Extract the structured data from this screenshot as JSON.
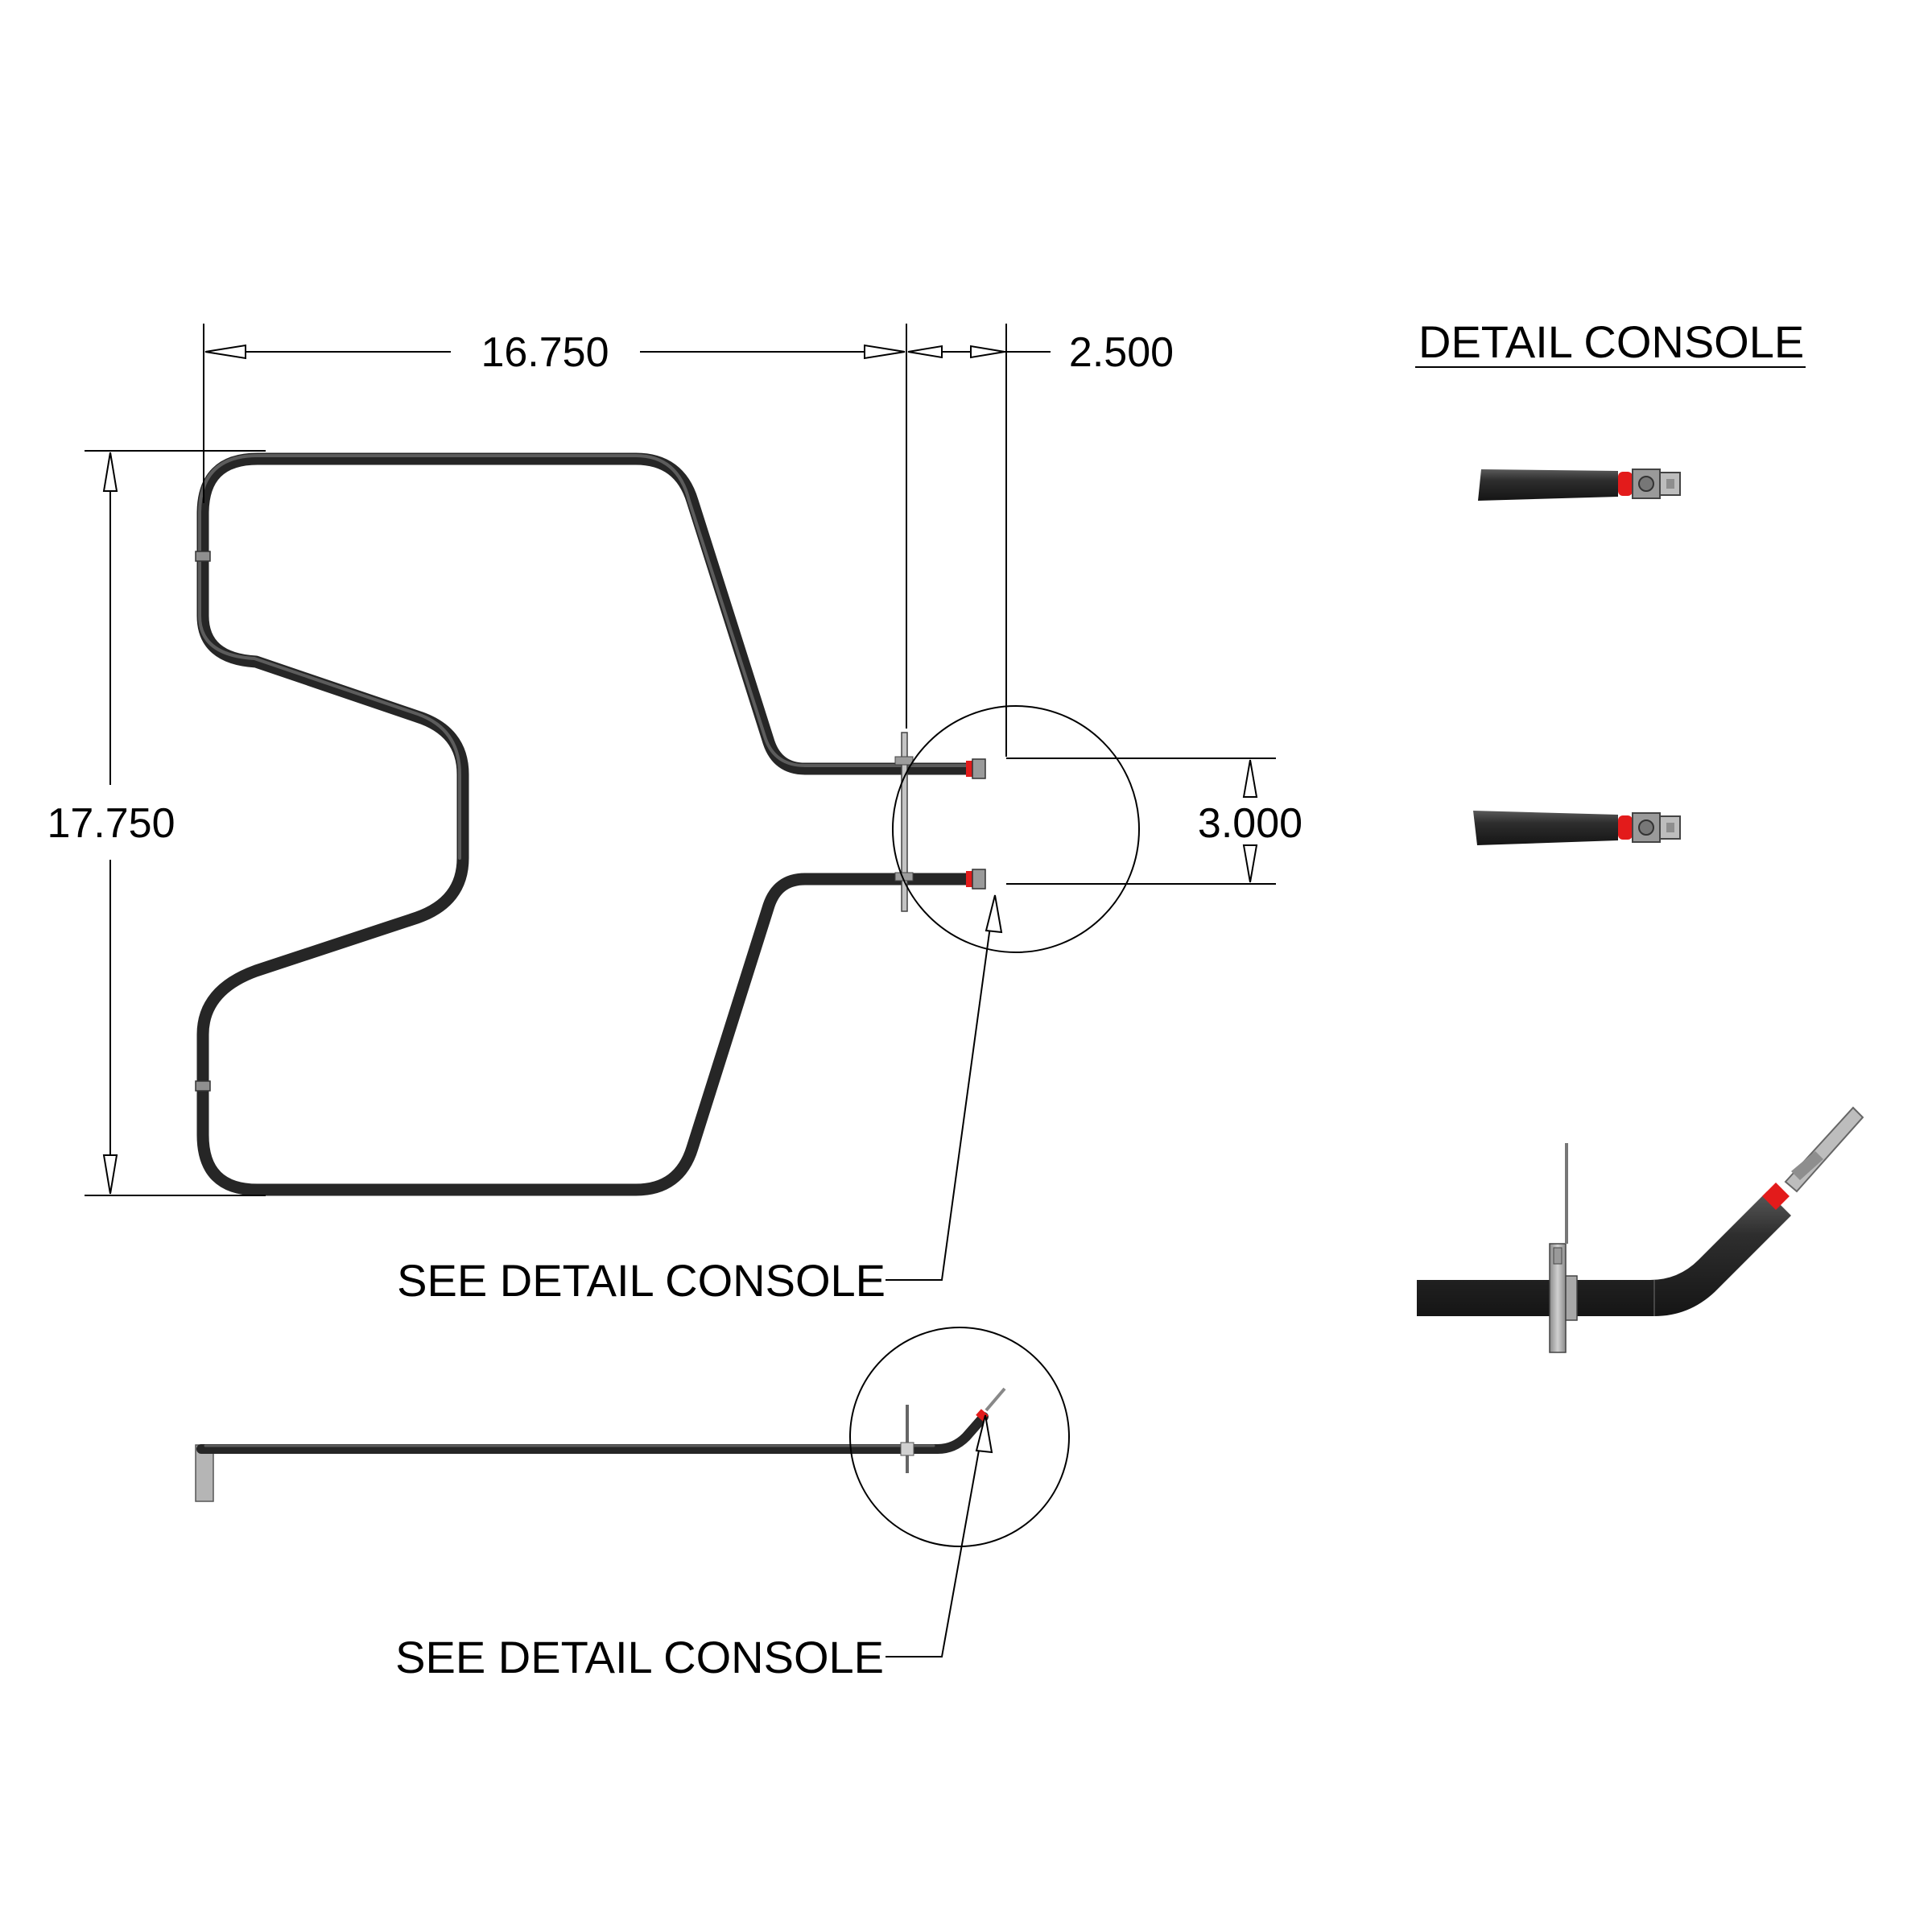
{
  "dimensions": {
    "width": "16.750",
    "terminal_extension": "2.500",
    "height": "17.750",
    "terminal_spacing": "3.000"
  },
  "callouts": {
    "top_view": "SEE DETAIL CONSOLE",
    "side_view": "SEE DETAIL CONSOLE"
  },
  "detail": {
    "title": "DETAIL CONSOLE"
  },
  "colors": {
    "element": "#262626",
    "insulator": "#e31b1b",
    "terminal": "#9a9a9a",
    "bracket": "#b5b5b5"
  }
}
